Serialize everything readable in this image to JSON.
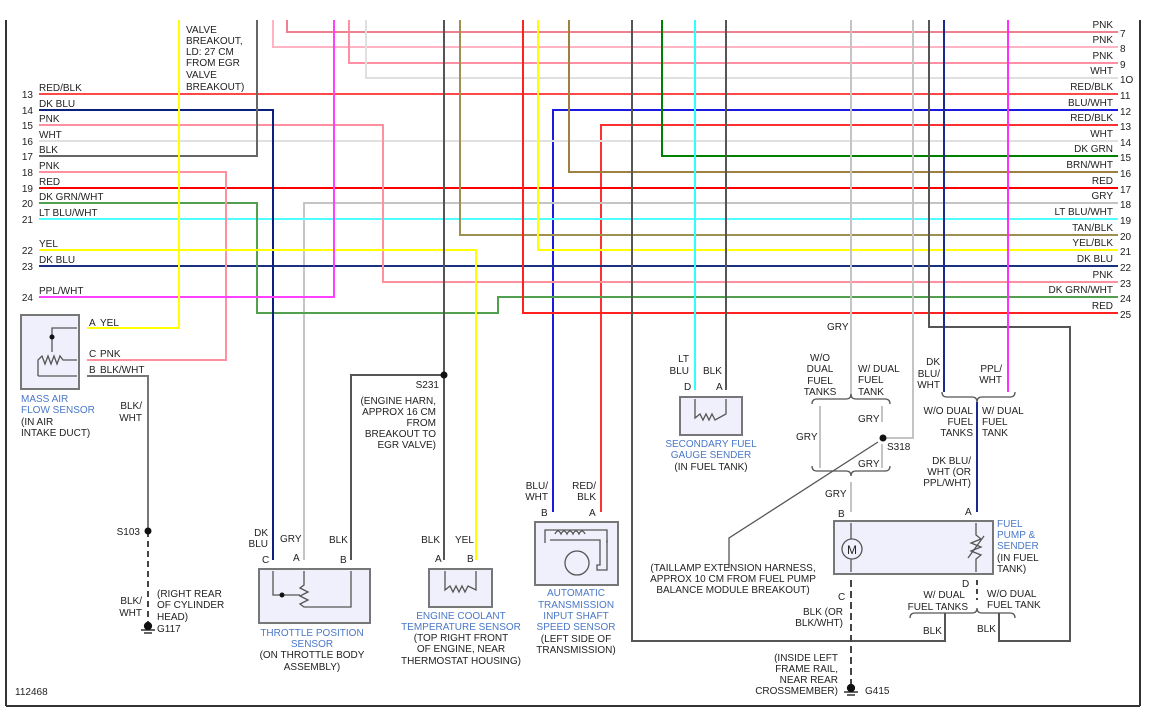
{
  "figure_id": "112468",
  "egr_note": [
    "VALVE",
    "BREAKOUT,",
    "LD: 27 CM",
    "FROM EGR",
    "VALVE",
    "BREAKOUT)"
  ],
  "left_rows": [
    {
      "num": "13",
      "label": "RED/BLK"
    },
    {
      "num": "14",
      "label": "DK BLU"
    },
    {
      "num": "15",
      "label": "PNK"
    },
    {
      "num": "16",
      "label": "WHT"
    },
    {
      "num": "17",
      "label": "BLK"
    },
    {
      "num": "18",
      "label": "PNK"
    },
    {
      "num": "19",
      "label": "RED"
    },
    {
      "num": "20",
      "label": "DK GRN/WHT"
    },
    {
      "num": "21",
      "label": "LT BLU/WHT"
    },
    {
      "num": "22",
      "label": "YEL"
    },
    {
      "num": "23",
      "label": "DK BLU"
    },
    {
      "num": "24",
      "label": "PPL/WHT"
    }
  ],
  "right_rows": [
    {
      "num": "7",
      "label": "PNK"
    },
    {
      "num": "8",
      "label": "PNK"
    },
    {
      "num": "9",
      "label": "PNK"
    },
    {
      "num": "1O",
      "label": "WHT"
    },
    {
      "num": "11",
      "label": "RED/BLK"
    },
    {
      "num": "12",
      "label": "BLU/WHT"
    },
    {
      "num": "13",
      "label": "RED/BLK"
    },
    {
      "num": "14",
      "label": "WHT"
    },
    {
      "num": "15",
      "label": "DK GRN"
    },
    {
      "num": "16",
      "label": "BRN/WHT"
    },
    {
      "num": "17",
      "label": "RED"
    },
    {
      "num": "18",
      "label": "GRY"
    },
    {
      "num": "19",
      "label": "LT BLU/WHT"
    },
    {
      "num": "20",
      "label": "TAN/BLK"
    },
    {
      "num": "21",
      "label": "YEL/BLK"
    },
    {
      "num": "22",
      "label": "DK BLU"
    },
    {
      "num": "23",
      "label": "PNK"
    },
    {
      "num": "24",
      "label": "DK GRN/WHT"
    },
    {
      "num": "25",
      "label": "RED"
    }
  ],
  "maf": {
    "name": [
      "MASS AIR",
      "FLOW SENSOR"
    ],
    "loc": [
      "(IN AIR",
      "INTAKE DUCT)"
    ],
    "pins": [
      {
        "pin": "A",
        "wire": "YEL"
      },
      {
        "pin": "C",
        "wire": "PNK"
      },
      {
        "pin": "B",
        "wire": "BLK/WHT"
      }
    ],
    "wire_label": [
      "BLK/",
      "WHT"
    ]
  },
  "s103": {
    "splice": "S103",
    "wire": [
      "BLK/",
      "WHT"
    ],
    "ground": "G117",
    "loc": [
      "(RIGHT REAR",
      "OF CYLINDER",
      "HEAD)"
    ]
  },
  "tps": {
    "name": [
      "THROTTLE POSITION",
      "SENSOR"
    ],
    "loc": [
      "(ON THROTTLE BODY",
      "ASSEMBLY)"
    ],
    "pins": [
      "C",
      "A",
      "B"
    ],
    "wires": [
      [
        "DK",
        "BLU"
      ],
      "GRY",
      "BLK"
    ]
  },
  "s231": {
    "splice": "S231",
    "loc": [
      "(ENGINE HARN,",
      "APPROX 16 CM",
      "FROM",
      "BREAKOUT TO",
      "EGR VALVE)"
    ]
  },
  "ect": {
    "name": [
      "ENGINE COOLANT",
      "TEMPERATURE SENSOR"
    ],
    "loc": [
      "(TOP RIGHT FRONT",
      "OF ENGINE, NEAR",
      "THERMOSTAT HOUSING)"
    ],
    "pins": [
      "A",
      "B"
    ],
    "wires": [
      "BLK",
      "YEL"
    ]
  },
  "atiss": {
    "name": [
      "AUTOMATIC",
      "TRANSMISSION",
      "INPUT SHAFT",
      "SPEED SENSOR"
    ],
    "loc": [
      "(LEFT SIDE OF",
      "TRANSMISSION)"
    ],
    "pins": [
      "B",
      "A"
    ],
    "wires": [
      [
        "BLU/",
        "WHT"
      ],
      [
        "RED/",
        "BLK"
      ]
    ]
  },
  "sfgs": {
    "name": [
      "SECONDARY FUEL",
      "GAUGE SENDER"
    ],
    "loc": [
      "(IN FUEL TANK)"
    ],
    "pins": [
      "D",
      "A"
    ],
    "wires": [
      [
        "LT",
        "BLU"
      ],
      "BLK"
    ]
  },
  "s318": {
    "splice": "S318",
    "gry": "GRY",
    "wo_dual": [
      "W/O",
      "DUAL",
      "FUEL",
      "TANKS"
    ],
    "w_dual": [
      "W/ DUAL",
      "FUEL",
      "TANK"
    ],
    "note": [
      "(TAILLAMP EXTENSION HARNESS,",
      "APPROX 10 CM FROM FUEL PUMP",
      "BALANCE MODULE BREAKOUT)"
    ]
  },
  "pump": {
    "name": [
      "FUEL",
      "PUMP &",
      "SENDER"
    ],
    "loc": [
      "(IN FUEL",
      "TANK)"
    ],
    "pins": [
      "B",
      "A",
      "C",
      "D"
    ],
    "motor": "M",
    "a_wires": {
      "left": [
        "DK",
        "BLU/",
        "WHT"
      ],
      "right": [
        "PPL/",
        "WHT"
      ],
      "alt1": [
        "W/O DUAL",
        "FUEL",
        "TANKS"
      ],
      "alt2": [
        "W/ DUAL",
        "FUEL",
        "TANK"
      ],
      "result": [
        "DK BLU/",
        "WHT (OR",
        "PPL/WHT)"
      ]
    },
    "c_wire": [
      "BLK (OR",
      "BLK/WHT)"
    ],
    "d_opts": {
      "w": [
        "W/ DUAL",
        "FUEL TANKS"
      ],
      "wo": [
        "W/O DUAL",
        "FUEL TANK"
      ],
      "blk": "BLK"
    }
  },
  "g415": {
    "ground": "G415",
    "loc": [
      "(INSIDE LEFT",
      "FRAME RAIL,",
      "NEAR REAR",
      "CROSSMEMBER)"
    ]
  }
}
